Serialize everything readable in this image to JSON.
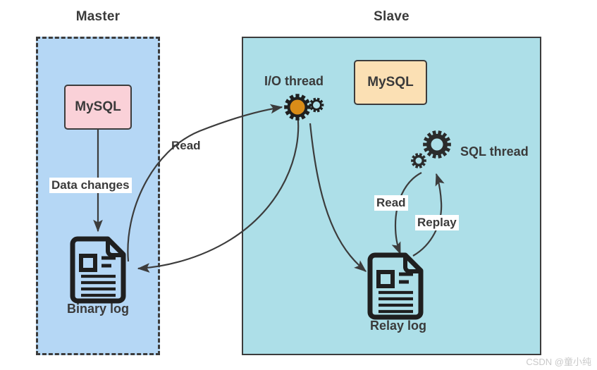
{
  "diagram": {
    "title_master": "Master",
    "title_slave": "Slave",
    "watermark": "CSDN @童小纯"
  },
  "master": {
    "mysql_label": "MySQL",
    "data_changes_label": "Data changes",
    "binary_log_label": "Binary log",
    "read_label": "Read",
    "panel_fill": "#b5d7f5",
    "mysql_fill": "#fad1d8"
  },
  "slave": {
    "mysql_label": "MySQL",
    "io_thread_label": "I/O thread",
    "sql_thread_label": "SQL thread",
    "relay_log_label": "Relay log",
    "read_label": "Read",
    "replay_label": "Replay",
    "panel_fill": "#addfe8",
    "mysql_fill": "#fbe0b4",
    "gear_hub_color": "#d98c18"
  },
  "icons": {
    "binary_log": "document-icon",
    "relay_log": "document-icon",
    "io_thread": "gears-icon",
    "sql_thread": "gears-icon"
  },
  "colors": {
    "stroke": "#3c3c3c",
    "text": "#3a3a3a",
    "background": "#ffffff"
  }
}
